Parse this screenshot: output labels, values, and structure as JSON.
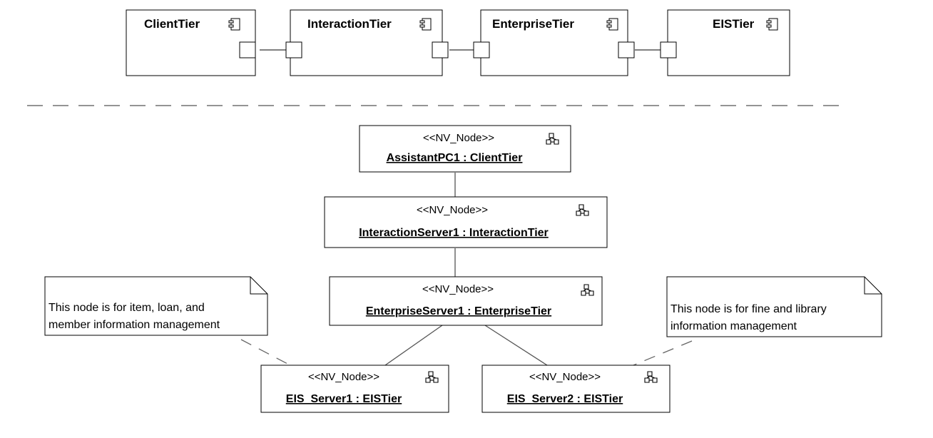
{
  "components": [
    {
      "id": "client",
      "label": "ClientTier"
    },
    {
      "id": "interaction",
      "label": "InteractionTier"
    },
    {
      "id": "enterprise",
      "label": "EnterpriseTier"
    },
    {
      "id": "eis",
      "label": "EISTier"
    }
  ],
  "nodes": [
    {
      "id": "assistant",
      "stereotype": "<<NV_Node>>",
      "name": "AssistantPC1 : ClientTier"
    },
    {
      "id": "interaction",
      "stereotype": "<<NV_Node>>",
      "name": "InteractionServer1 : InteractionTier"
    },
    {
      "id": "enterprise",
      "stereotype": "<<NV_Node>>",
      "name": "EnterpriseServer1 : EnterpriseTier"
    },
    {
      "id": "eis1",
      "stereotype": "<<NV_Node>>",
      "name": "EIS_Server1 : EISTier"
    },
    {
      "id": "eis2",
      "stereotype": "<<NV_Node>>",
      "name": "EIS_Server2 : EISTier"
    }
  ],
  "notes": [
    {
      "id": "left",
      "lines": [
        "This node is for item, loan, and",
        "member information management"
      ]
    },
    {
      "id": "right",
      "lines": [
        "This node is for fine and library",
        "information management"
      ]
    }
  ],
  "colors": {
    "line": "#000000",
    "edge": "#555555",
    "separator": "#555555",
    "background": "#ffffff"
  },
  "icons": {
    "component": "component-icon",
    "node": "node-icon"
  }
}
